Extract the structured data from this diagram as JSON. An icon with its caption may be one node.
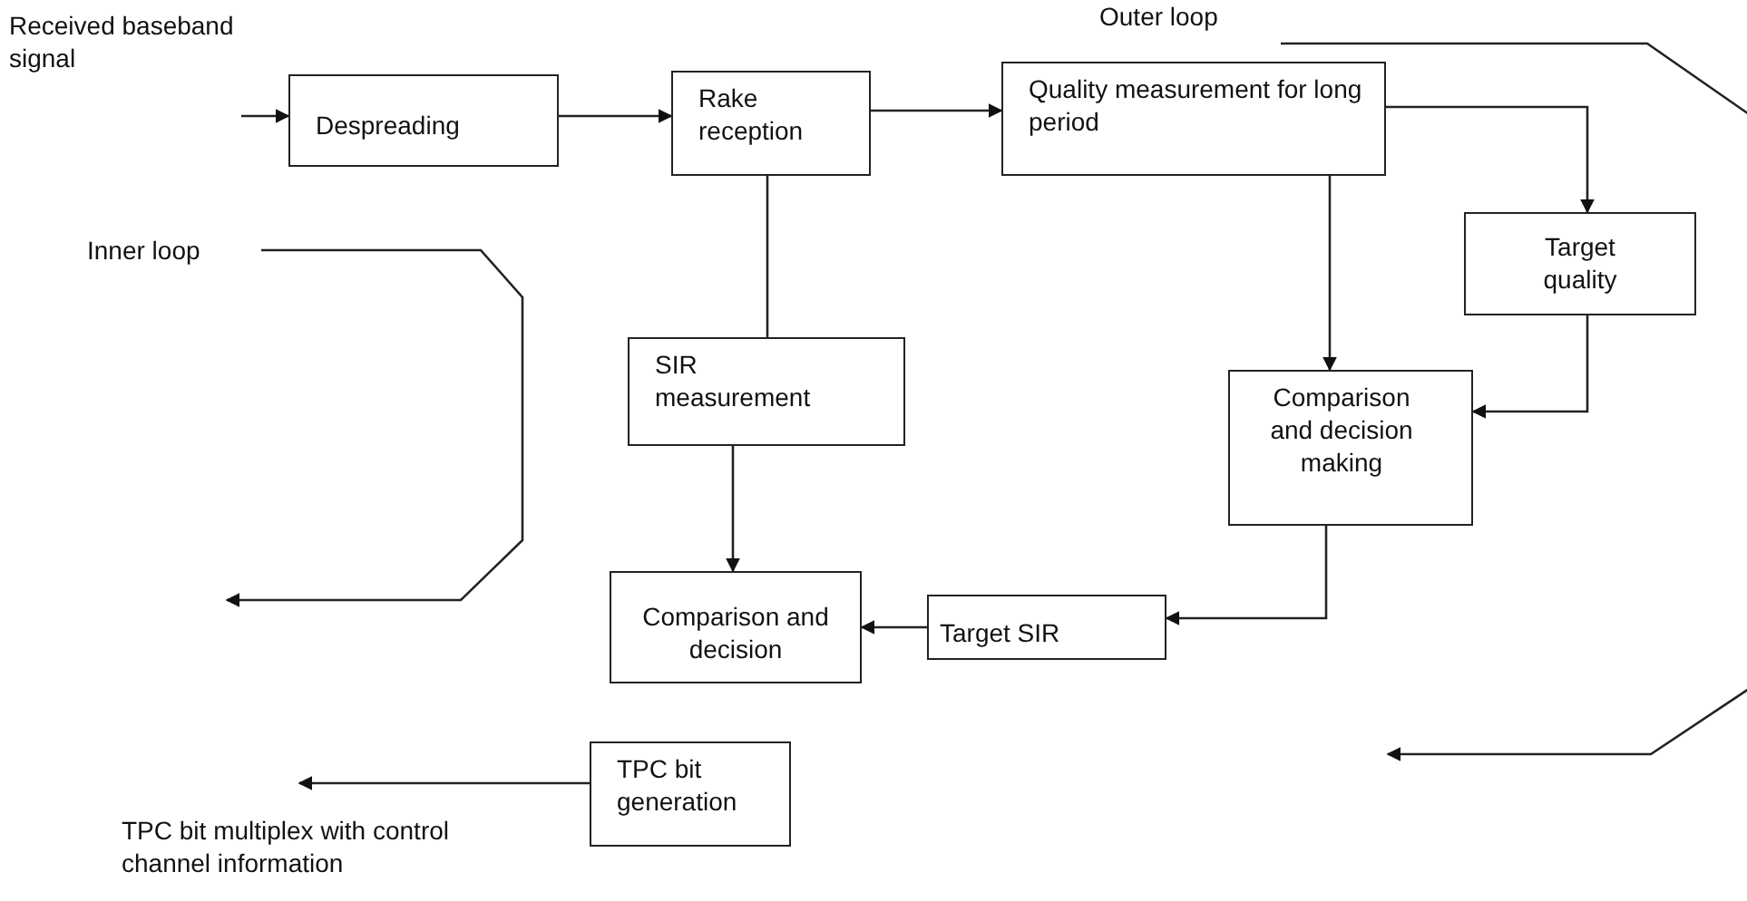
{
  "diagram": {
    "nodes": [
      {
        "text": [
          "Received baseband signal"
        ]
      },
      {
        "text": [
          "Despreading"
        ]
      },
      {
        "text": [
          "Rake reception"
        ]
      },
      {
        "text": [
          "Quality measurement for long period"
        ]
      },
      {
        "text": [
          "Target quality"
        ]
      },
      {
        "text": [
          "SIR measurement"
        ]
      },
      {
        "text": [
          "Comparison and decision making"
        ]
      },
      {
        "text": [
          "Comparison and decision"
        ]
      },
      {
        "text": [
          "Target SIR"
        ]
      },
      {
        "text": [
          "TPC bit generation"
        ]
      },
      {
        "text": [
          "TPC bit multiplex with control channel information"
        ]
      },
      {
        "text": [
          "Inner loop"
        ]
      },
      {
        "text": [
          "Outer loop"
        ]
      }
    ],
    "edges": [
      {
        "from": 0,
        "to": 1,
        "arrow": "to"
      },
      {
        "from": 1,
        "to": 2,
        "arrow": "to"
      },
      {
        "from": 2,
        "to": 3,
        "arrow": "to"
      },
      {
        "from": 2,
        "to": 5,
        "arrow": "none"
      },
      {
        "from": 3,
        "to": 4,
        "arrow": "to"
      },
      {
        "from": 3,
        "to": 6,
        "arrow": "to"
      },
      {
        "from": 4,
        "to": 6,
        "arrow": "to"
      },
      {
        "from": 5,
        "to": 7,
        "arrow": "to"
      },
      {
        "from": 6,
        "to": 8,
        "arrow": "to"
      },
      {
        "from": 8,
        "to": 7,
        "arrow": "to"
      },
      {
        "from": 9,
        "to": 10,
        "arrow": "to"
      },
      {
        "from": 11,
        "to": null,
        "arrow": "to"
      },
      {
        "from": 12,
        "to": null,
        "arrow": "to"
      }
    ]
  }
}
